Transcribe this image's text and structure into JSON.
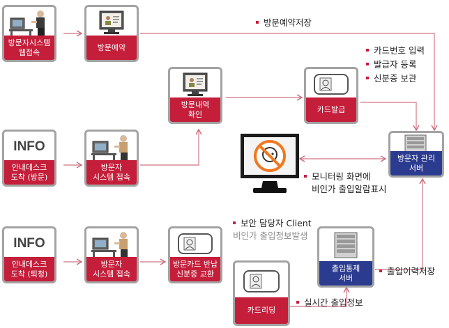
{
  "nodes": {
    "web_access": "방문자시스템\n웹접속",
    "reservation": "방문예약",
    "visit_confirm": "방문내역\n확인",
    "card_issue": "카드발급",
    "info_desk_visit": "안내데스크\n도착 (방문)",
    "info_desk_exit": "안내데스크\n도착 (퇴청)",
    "visitor_system_1": "방문자\n시스템 접속",
    "visitor_system_2": "방문자\n시스템 접속",
    "card_return": "방문카드 반납\n신분증 교환",
    "card_reading": "카드리딩",
    "access_server": "출입통제\n서버",
    "visitor_server": "방문자 관리\n서버",
    "info_icon_1": "INFO",
    "info_icon_2": "INFO"
  },
  "notes": {
    "save_reservation": "방문예약저장",
    "card_items": [
      "카드번호 입력",
      "발급자 등록",
      "신분증 보관"
    ],
    "monitoring": [
      "모니터링 화면에",
      "비인가 출입알람표시"
    ],
    "security_client": "보안 담당자 Client",
    "unauth_info": "비인가 출입정보발생",
    "access_log": "출입이력저장",
    "realtime": "실시간 출입정보"
  },
  "colors": {
    "accent": "#c41e3a",
    "server": "#2b3b8f",
    "arrow": "#d98a97",
    "border": "#a3a3a3"
  }
}
